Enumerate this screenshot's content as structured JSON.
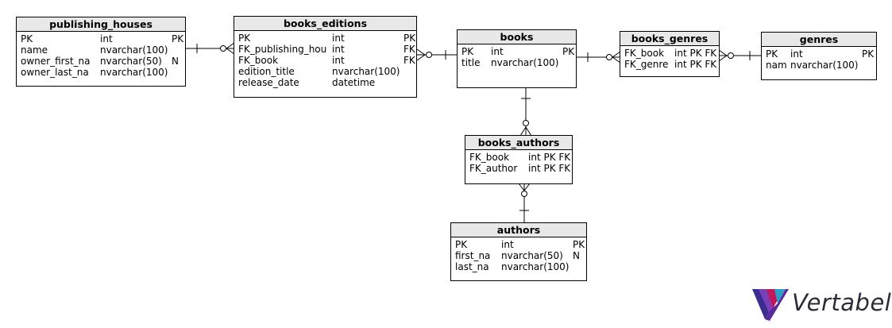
{
  "tables": {
    "publishing_houses": {
      "name": "publishing_houses",
      "rows": [
        {
          "col": "PK",
          "type": "int",
          "key": "PK"
        },
        {
          "col": "name",
          "type": "nvarchar(100)",
          "key": ""
        },
        {
          "col": "owner_first_na",
          "type": "nvarchar(50)",
          "key": "N"
        },
        {
          "col": "owner_last_na",
          "type": "nvarchar(100)",
          "key": ""
        }
      ]
    },
    "books_editions": {
      "name": "books_editions",
      "rows": [
        {
          "col": "PK",
          "type": "int",
          "key": "PK"
        },
        {
          "col": "FK_publishing_hou",
          "type": "int",
          "key": "FK"
        },
        {
          "col": "FK_book",
          "type": "int",
          "key": "FK"
        },
        {
          "col": "edition_title",
          "type": "nvarchar(100)",
          "key": ""
        },
        {
          "col": "release_date",
          "type": "datetime",
          "key": ""
        }
      ]
    },
    "books": {
      "name": "books",
      "rows": [
        {
          "col": "PK",
          "type": "int",
          "key": "PK"
        },
        {
          "col": "title",
          "type": "nvarchar(100)",
          "key": ""
        }
      ]
    },
    "books_genres": {
      "name": "books_genres",
      "rows": [
        {
          "col": "FK_book",
          "type": "int PK FK",
          "key": ""
        },
        {
          "col": "FK_genre",
          "type": "int PK FK",
          "key": ""
        }
      ]
    },
    "genres": {
      "name": "genres",
      "rows": [
        {
          "col": "PK",
          "type": "int",
          "key": "PK"
        },
        {
          "col": "nam",
          "type": "nvarchar(100)",
          "key": ""
        }
      ]
    },
    "books_authors": {
      "name": "books_authors",
      "rows": [
        {
          "col": "FK_book",
          "type": "int PK FK",
          "key": ""
        },
        {
          "col": "FK_author",
          "type": "int PK FK",
          "key": ""
        }
      ]
    },
    "authors": {
      "name": "authors",
      "rows": [
        {
          "col": "PK",
          "type": "int",
          "key": "PK"
        },
        {
          "col": "first_na",
          "type": "nvarchar(50)",
          "key": "N"
        },
        {
          "col": "last_na",
          "type": "nvarchar(100)",
          "key": ""
        }
      ]
    }
  },
  "brand": {
    "name": "Vertabelo",
    "colors": [
      "#3a2d8f",
      "#7b3fb5",
      "#c2185b",
      "#2b9ec8"
    ]
  }
}
